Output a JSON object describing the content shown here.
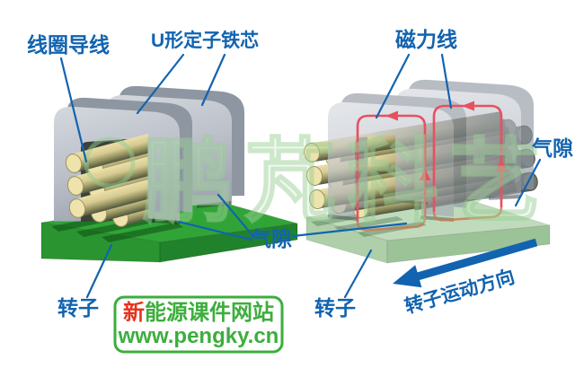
{
  "diagram": {
    "labels": {
      "coil_wire": "线圈导线",
      "stator_core": "U形定子铁芯",
      "flux_line": "磁力线",
      "air_gap_left": "气隙",
      "air_gap_right": "气隙",
      "rotor_left": "转子",
      "rotor_right": "转子",
      "rotor_motion_direction": "转子运动方向"
    },
    "watermark": "鹏芃科艺",
    "branding": {
      "site_prefix": "新",
      "site_rest": "能源课件网站",
      "site_url": "www.pengky.cn"
    },
    "colors": {
      "label_blue": "#1263b0",
      "arrow_blue": "#1263b0",
      "flux_red": "#e8505f",
      "brand_green": "#3cae3c",
      "brand_red": "#e8321c",
      "rotor_green": "#31a437",
      "rotor_light_green": "#bddab8",
      "core_gray": "#b9bec7",
      "coil_yellow": "#ecdfa8",
      "rotor_bar_dark": "#575c56"
    }
  }
}
